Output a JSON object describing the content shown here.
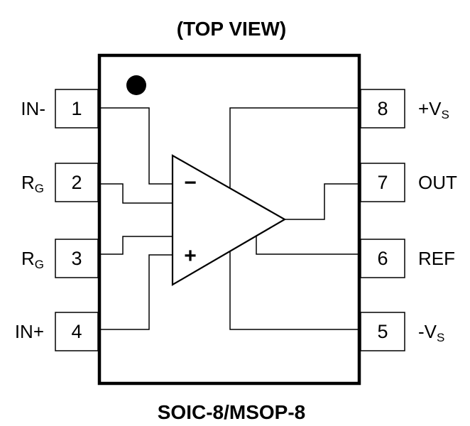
{
  "diagram": {
    "title": "(TOP VIEW)",
    "package": "SOIC-8/MSOP-8",
    "amplifier": {
      "inverting_symbol": "−",
      "noninverting_symbol": "+"
    },
    "pins": [
      {
        "number": "1",
        "label": "IN-",
        "sub": "",
        "side": "left"
      },
      {
        "number": "2",
        "label": "R",
        "sub": "G",
        "side": "left"
      },
      {
        "number": "3",
        "label": "R",
        "sub": "G",
        "side": "left"
      },
      {
        "number": "4",
        "label": "IN+",
        "sub": "",
        "side": "left"
      },
      {
        "number": "5",
        "label": "-V",
        "sub": "S",
        "side": "right"
      },
      {
        "number": "6",
        "label": "REF",
        "sub": "",
        "side": "right"
      },
      {
        "number": "7",
        "label": "OUT",
        "sub": "",
        "side": "right"
      },
      {
        "number": "8",
        "label": "+V",
        "sub": "S",
        "side": "right"
      }
    ],
    "colors": {
      "line": "#000000",
      "background": "#ffffff"
    }
  }
}
